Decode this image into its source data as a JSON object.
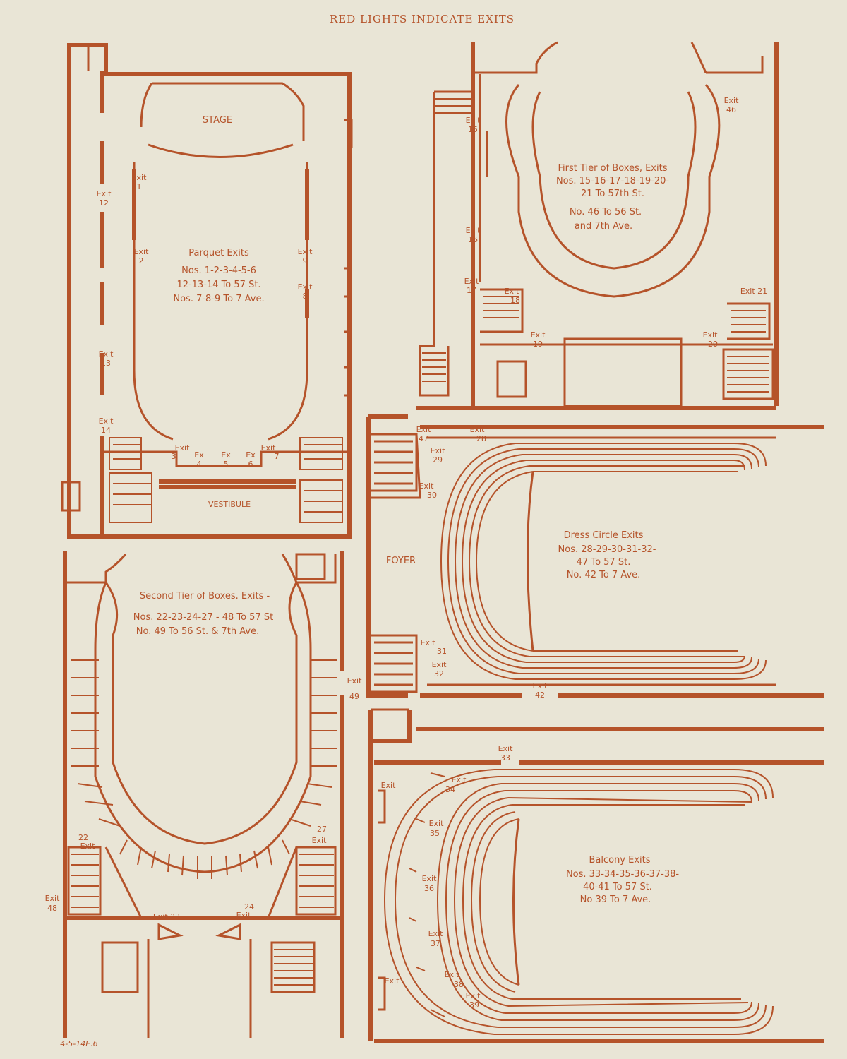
{
  "header": "RED LIGHTS INDICATE EXITS",
  "footer_note": "4-5-14E.6",
  "parquet": {
    "stage": "STAGE",
    "vestibule": "VESTIBULE",
    "heading": "Parquet Exits",
    "lines": [
      "Nos. 1-2-3-4-5-6",
      "12-13-14 To 57 St.",
      "Nos. 7-8-9 To 7 Ave."
    ],
    "exits": [
      {
        "t": "Exit",
        "n": "1"
      },
      {
        "t": "Exit",
        "n": "2"
      },
      {
        "t": "Exit",
        "n": "12"
      },
      {
        "t": "Exit",
        "n": "13"
      },
      {
        "t": "Exit",
        "n": "14"
      },
      {
        "t": "Exit",
        "n": "9"
      },
      {
        "t": "Exit",
        "n": "8"
      },
      {
        "t": "Exit",
        "n": "3"
      },
      {
        "t": "Ex",
        "n": "4"
      },
      {
        "t": "Ex",
        "n": "5"
      },
      {
        "t": "Ex",
        "n": "6"
      },
      {
        "t": "Exit",
        "n": "7"
      }
    ]
  },
  "first_tier": {
    "lines": [
      "First Tier of Boxes, Exits",
      "Nos. 15-16-17-18-19-20-",
      "21 To 57th St.",
      "No. 46 To 56 St.",
      "and 7th Ave."
    ],
    "exits": [
      {
        "t": "Exit",
        "n": "15"
      },
      {
        "t": "Exit",
        "n": "16"
      },
      {
        "t": "Exit",
        "n": "17"
      },
      {
        "t": "Exit",
        "n": "18"
      },
      {
        "t": "Exit",
        "n": "19"
      },
      {
        "t": "Exit",
        "n": "20"
      },
      {
        "t": "Exit 21",
        "n": ""
      },
      {
        "t": "Exit",
        "n": "46"
      }
    ]
  },
  "dress_circle": {
    "foyer": "FOYER",
    "heading": "Dress Circle Exits",
    "lines": [
      "Nos. 28-29-30-31-32-",
      "47 To 57 St.",
      "No. 42 To 7 Ave."
    ],
    "exits": [
      {
        "t": "Exit",
        "n": "47"
      },
      {
        "t": "Exit",
        "n": "28"
      },
      {
        "t": "Exit",
        "n": "29"
      },
      {
        "t": "Exit",
        "n": "30"
      },
      {
        "t": "Exit",
        "n": "31"
      },
      {
        "t": "Exit",
        "n": "32"
      },
      {
        "t": "Exit",
        "n": "42"
      }
    ]
  },
  "second_tier": {
    "lines": [
      "Second Tier of Boxes. Exits -",
      "Nos. 22-23-24-27 - 48 To 57 St",
      "No. 49 To 56 St. & 7th Ave."
    ],
    "exits": [
      {
        "t": "Exit",
        "n": "49"
      },
      {
        "t": "Exit",
        "n": "22"
      },
      {
        "t": "Exit",
        "n": "27"
      },
      {
        "t": "Exit",
        "n": "48"
      },
      {
        "t": "Exit 23",
        "n": ""
      },
      {
        "t": "Exit",
        "n": "24"
      }
    ]
  },
  "balcony": {
    "heading": "Balcony Exits",
    "lines": [
      "Nos. 33-34-35-36-37-38-",
      "40-41 To 57 St.",
      "No 39 To 7 Ave."
    ],
    "exits": [
      {
        "t": "Exit",
        "n": "33"
      },
      {
        "t": "Exit",
        "n": ""
      },
      {
        "t": "Exit",
        "n": "34"
      },
      {
        "t": "Exit",
        "n": "35"
      },
      {
        "t": "Exit",
        "n": "36"
      },
      {
        "t": "Exit",
        "n": "37"
      },
      {
        "t": "Exit",
        "n": "38"
      },
      {
        "t": "Exit",
        "n": "39"
      },
      {
        "t": "Exit",
        "n": ""
      }
    ]
  }
}
